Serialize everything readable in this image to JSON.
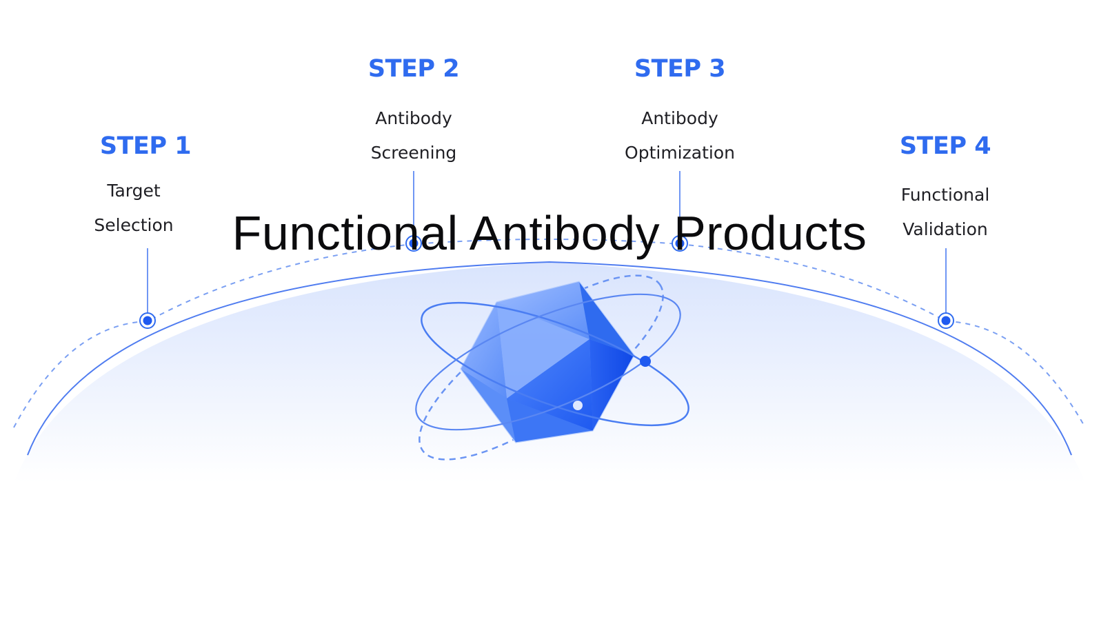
{
  "title": "Functional Antibody Products",
  "steps": [
    {
      "label": "STEP 1",
      "lines": [
        "Target",
        "Selection"
      ]
    },
    {
      "label": "STEP 2",
      "lines": [
        "Antibody",
        "Screening"
      ]
    },
    {
      "label": "STEP 3",
      "lines": [
        "Antibody",
        "Optimization"
      ]
    },
    {
      "label": "STEP 4",
      "lines": [
        "Functional",
        "Validation"
      ]
    }
  ],
  "colors": {
    "accent": "#2f6bef",
    "accent_dark": "#1f5af0",
    "dome_top": "#d9e4fd",
    "text": "#1f1f24"
  },
  "icons": {
    "center": "crystal-molecule-icon"
  }
}
